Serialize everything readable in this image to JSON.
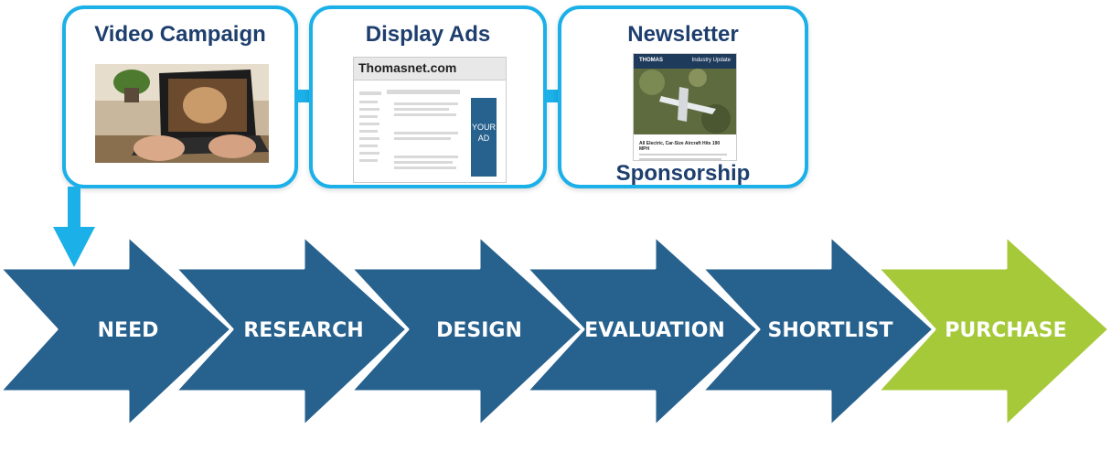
{
  "cards": [
    {
      "title": "Video Campaign"
    },
    {
      "title": "Display Ads",
      "site_label": "Thomasnet.com",
      "ad_label_line1": "YOUR",
      "ad_label_line2": "AD"
    },
    {
      "title": "Newsletter",
      "subtitle": "Sponsorship",
      "brand": "THOMAS",
      "issue": "Industry Update",
      "headline": "All Electric, Car-Size Aircraft Hits 190 MPH"
    }
  ],
  "stages": [
    "NEED",
    "RESEARCH",
    "DESIGN",
    "EVALUATION",
    "SHORTLIST",
    "PURCHASE"
  ],
  "colors": {
    "stage": "#27618e",
    "final_stage": "#a6c93a",
    "accent": "#1bb0e8",
    "title": "#1e3f6e"
  }
}
